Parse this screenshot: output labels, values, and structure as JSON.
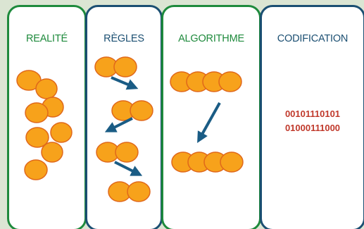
{
  "colors": {
    "background": "#dbe5d3",
    "green": "#1e8a3c",
    "blue": "#1b4f72",
    "blob_fill": "#f7a21b",
    "blob_stroke": "#e0681a",
    "arrow": "#1a5c85",
    "code_red": "#c0392b"
  },
  "panels": [
    {
      "title": "REALITÉ",
      "border": "green"
    },
    {
      "title": "RÈGLES",
      "border": "blue"
    },
    {
      "title": "ALGORITHME",
      "border": "green"
    },
    {
      "title": "CODIFICATION",
      "border": "blue"
    }
  ],
  "codification": {
    "lines": [
      "00101110101",
      "01000111000"
    ]
  }
}
